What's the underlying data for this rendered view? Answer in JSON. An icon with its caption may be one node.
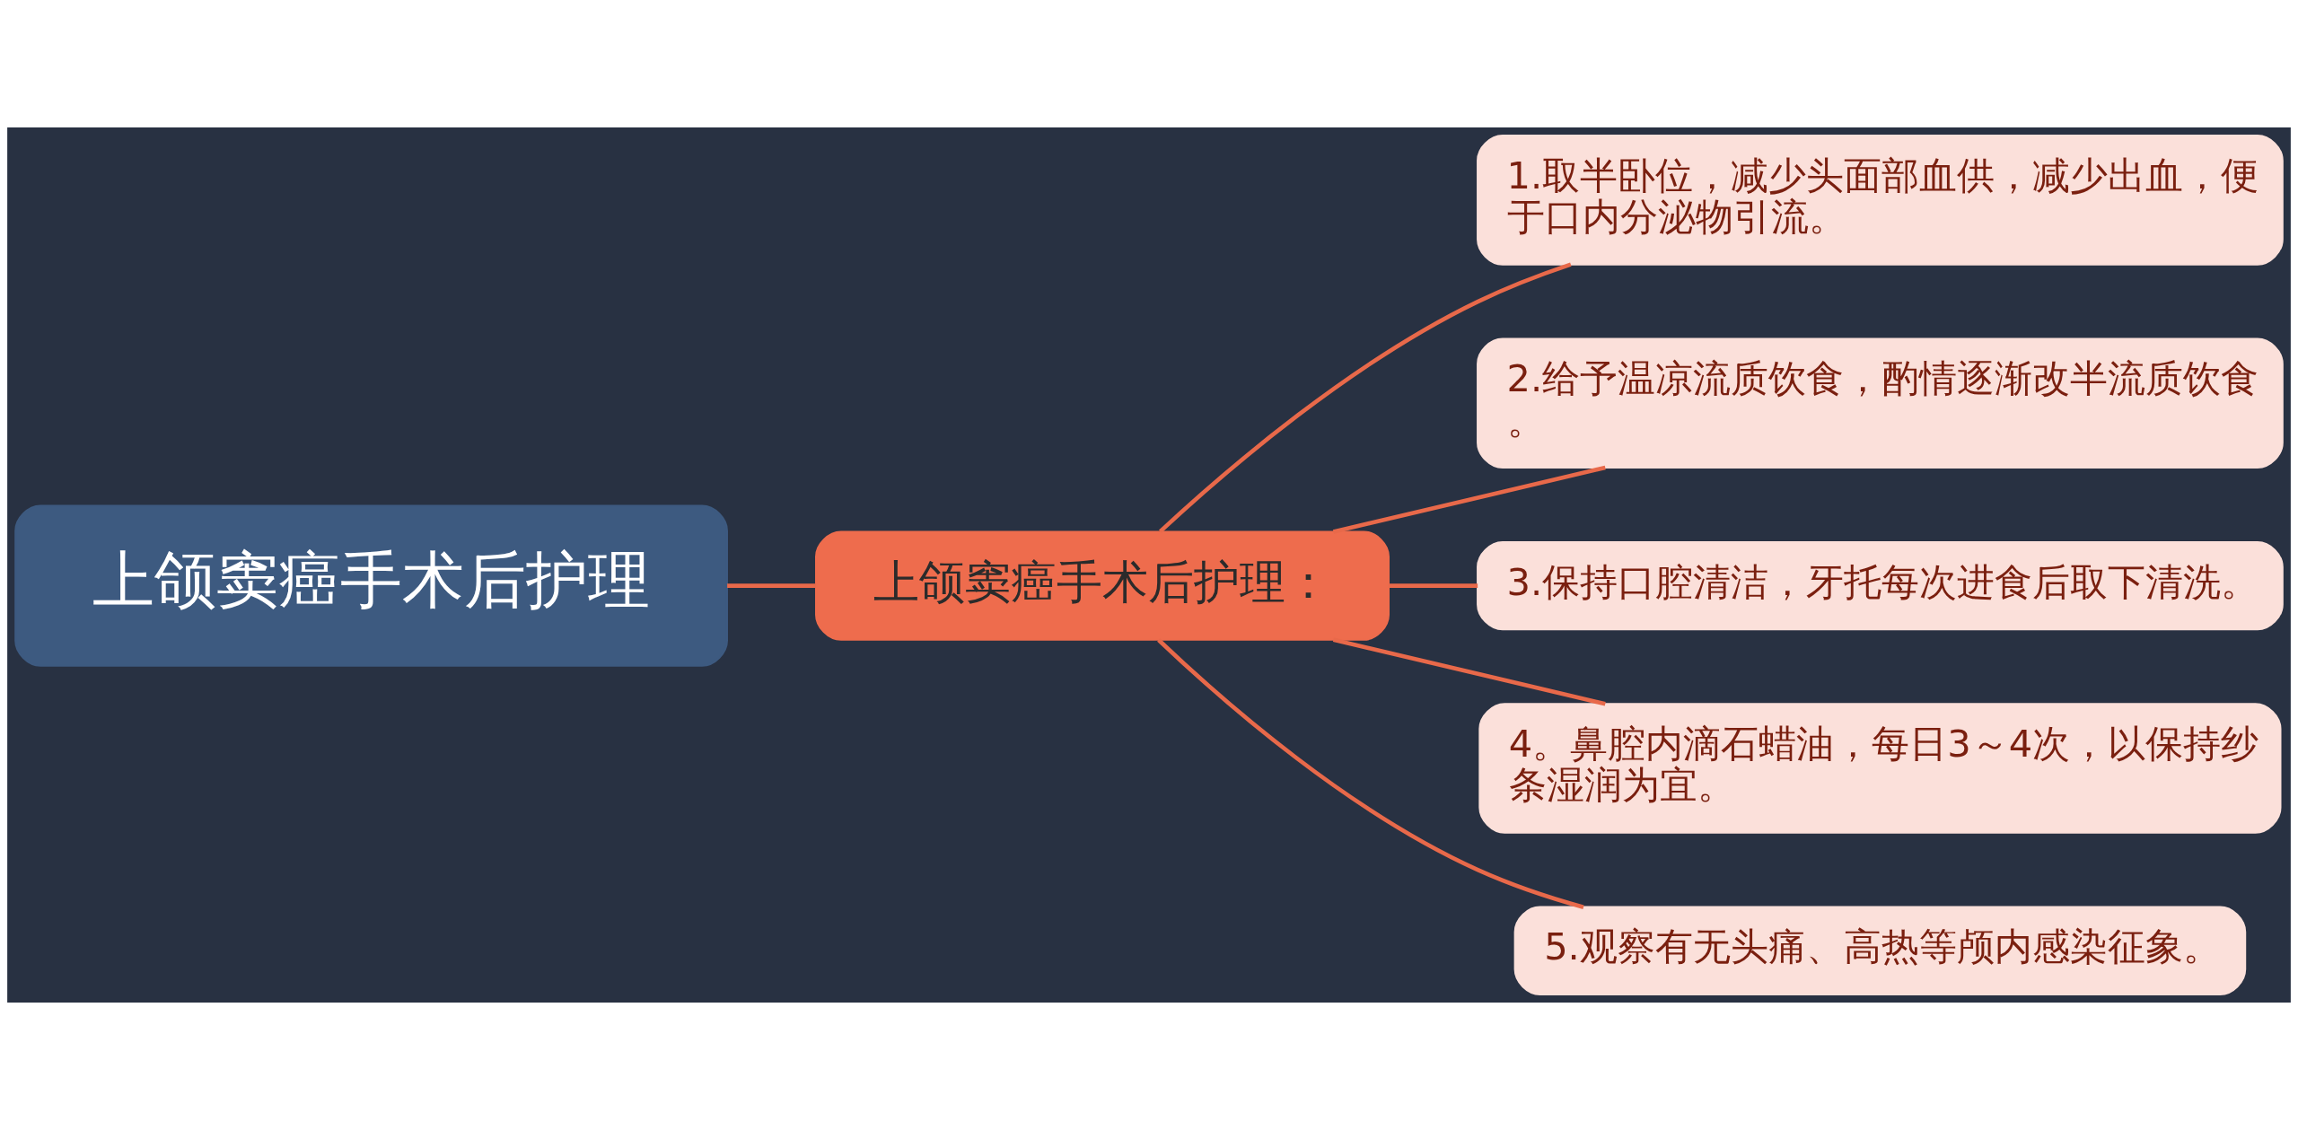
{
  "diagram": {
    "nodes": [
      {
        "text": [
          "上颌窦癌手术后护理"
        ]
      },
      {
        "text": [
          "上颌窦癌手术后护理："
        ]
      },
      {
        "text": [
          "1.取半卧位，减少头面部血供，减少出血，便于口内分泌物引流。"
        ]
      },
      {
        "text": [
          "2.给予温凉流质饮食，酌情逐渐改半流质饮食。"
        ]
      },
      {
        "text": [
          "3.保持口腔清洁，牙托每次进食后取下清洗。"
        ]
      },
      {
        "text": [
          "4。鼻腔内滴石蜡油，每日3～4次，以保持纱条湿润为宜。"
        ]
      },
      {
        "text": [
          "5.观察有无头痛、高热等颅内感染征象。"
        ]
      }
    ],
    "edges": [
      {
        "from": 0,
        "to": 1,
        "arrow": "none"
      },
      {
        "from": 1,
        "to": 2,
        "arrow": "none"
      },
      {
        "from": 1,
        "to": 3,
        "arrow": "none"
      },
      {
        "from": 1,
        "to": 4,
        "arrow": "none"
      },
      {
        "from": 1,
        "to": 5,
        "arrow": "none"
      },
      {
        "from": 1,
        "to": 6,
        "arrow": "none"
      }
    ]
  }
}
